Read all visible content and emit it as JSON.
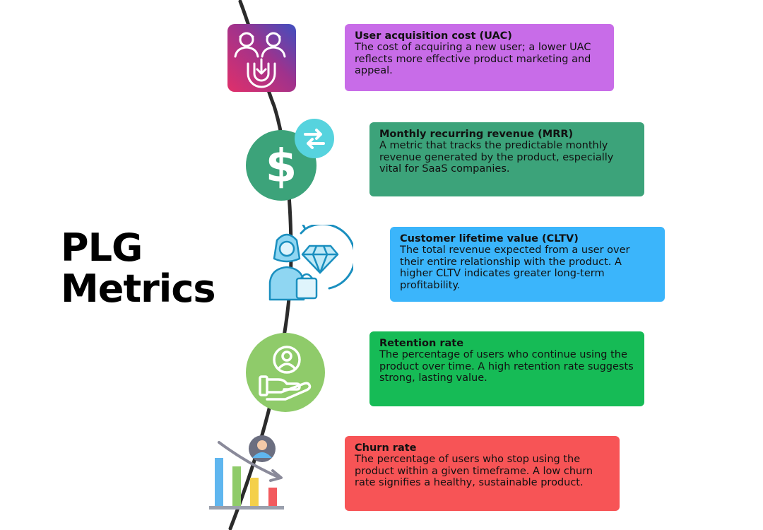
{
  "heading": {
    "line1": "PLG",
    "line2": "Metrics"
  },
  "colors": {
    "spine": "#2b2b2b",
    "uac": "#c86ce8",
    "mrr": "#3ca37a",
    "cltv": "#3bb5fb",
    "retention": "#16bb56",
    "churn": "#f75456"
  },
  "metrics": [
    {
      "title": "User acquisition cost (UAC)",
      "description": "The cost of acquiring a new user; a lower UAC reflects more effective product marketing and appeal.",
      "icon": "users-magnet-icon"
    },
    {
      "title": "Monthly recurring revenue (MRR)",
      "description": "A metric that tracks the predictable monthly revenue generated by the product, especially vital for SaaS companies.",
      "icon": "dollar-recurring-icon"
    },
    {
      "title": "Customer lifetime value (CLTV)",
      "description": "The total revenue expected from a user over their entire relationship with the product. A higher CLTV indicates greater long-term profitability.",
      "icon": "customer-diamond-icon"
    },
    {
      "title": "Retention rate",
      "description": "The percentage of users who continue using the product over time. A high retention rate suggests strong, lasting value.",
      "icon": "hand-user-icon"
    },
    {
      "title": "Churn rate",
      "description": "The percentage of users who stop using the product within a given timeframe. A low churn rate signifies a healthy, sustainable product.",
      "icon": "declining-chart-icon"
    }
  ]
}
